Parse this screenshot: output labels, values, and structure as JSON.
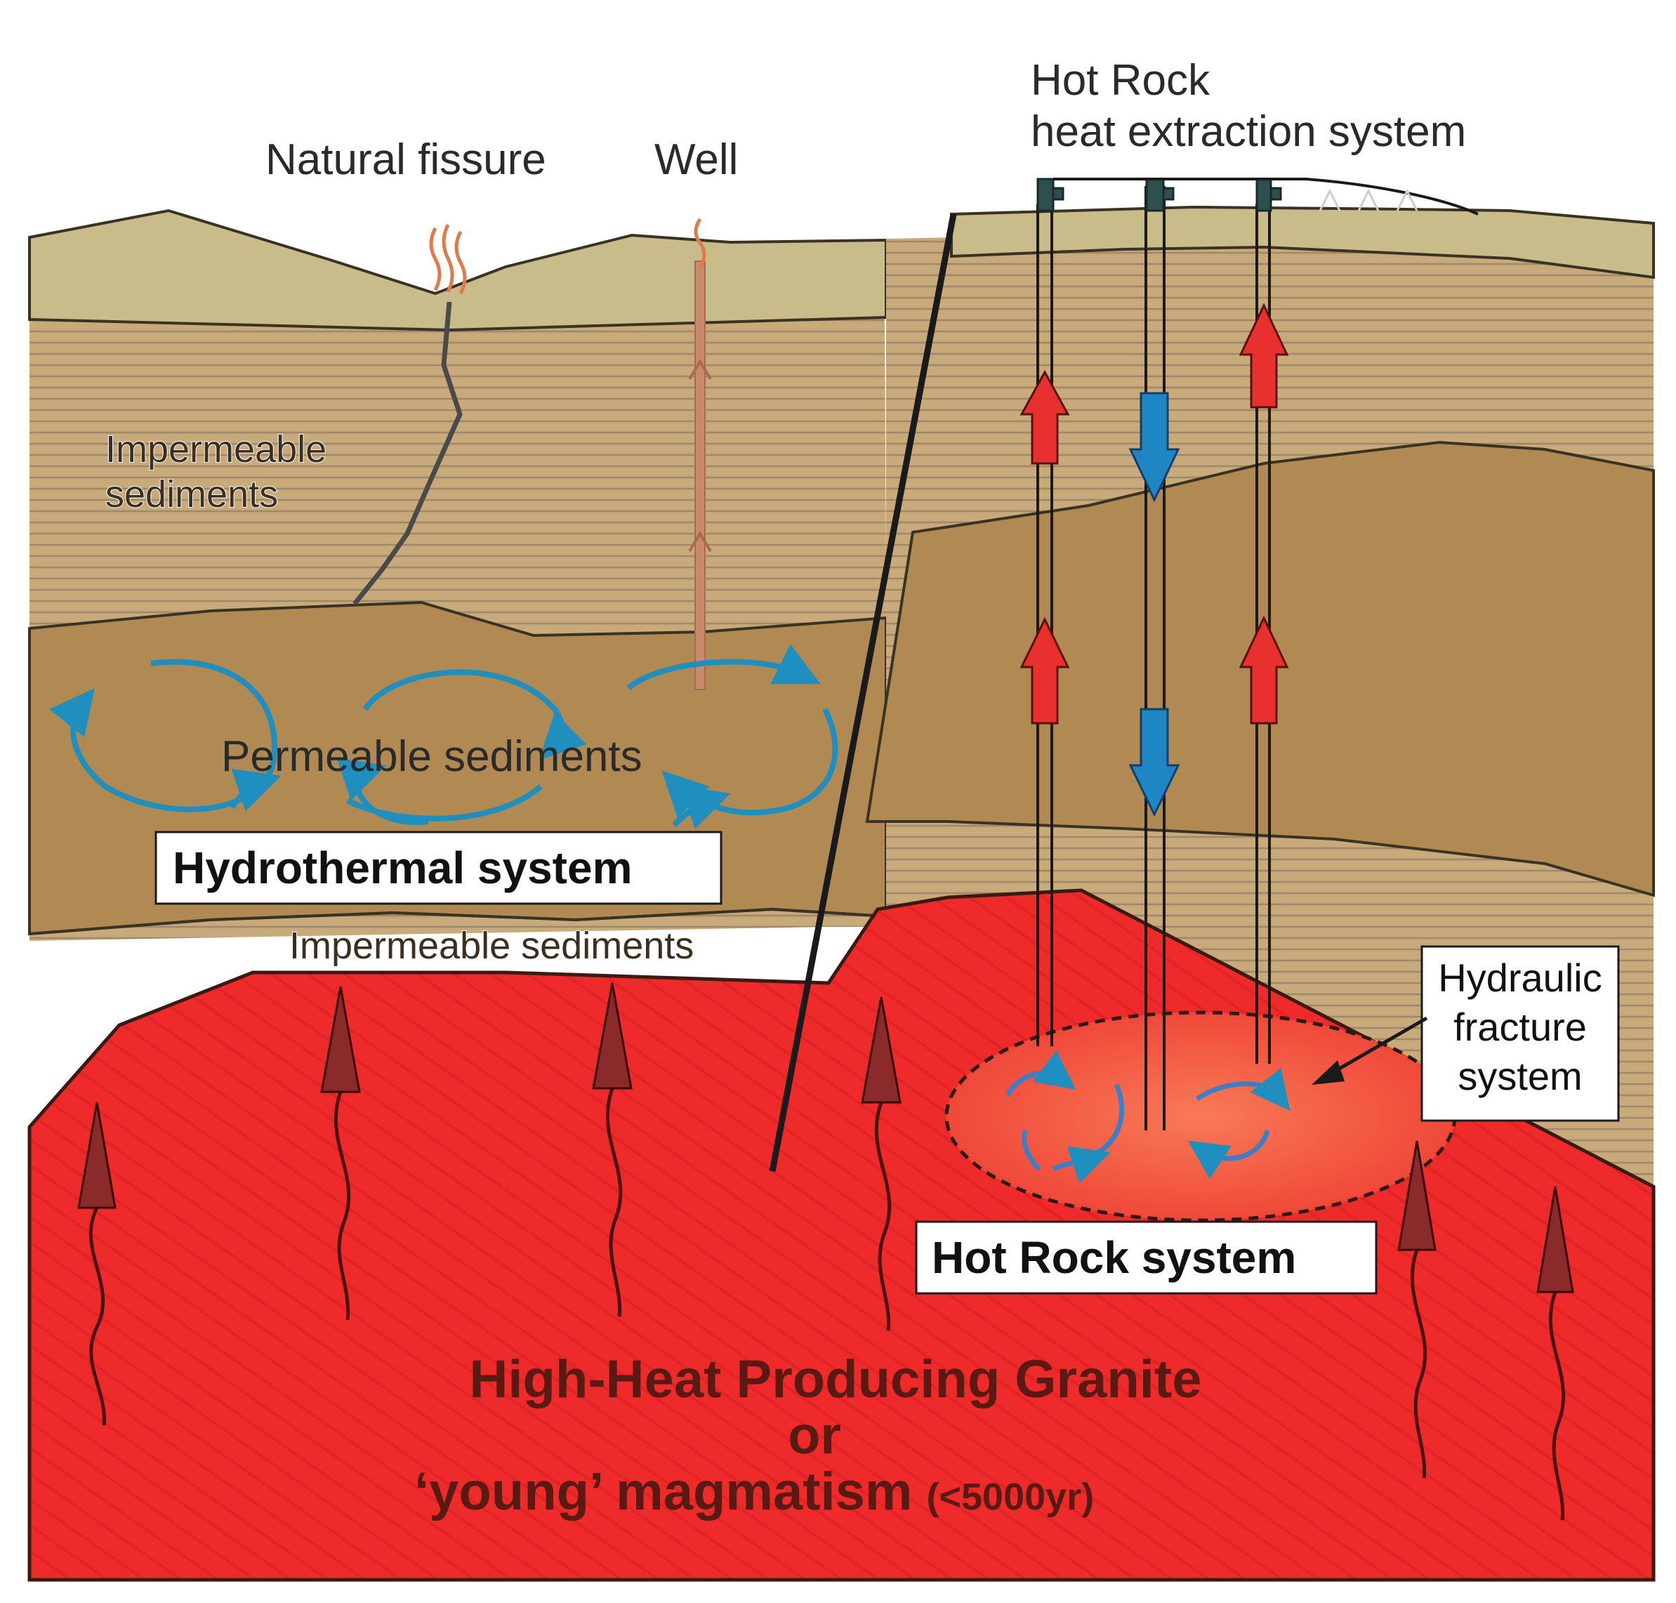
{
  "labels": {
    "natural_fissure": "Natural fissure",
    "well": "Well",
    "hot_rock_heat_line1": "Hot Rock",
    "hot_rock_heat_line2": "heat extraction system",
    "impermeable_upper_line1": "Impermeable",
    "impermeable_upper_line2": "sediments",
    "permeable": "Permeable sediments",
    "hydrothermal_system": "Hydrothermal system",
    "impermeable_lower": "Impermeable sediments",
    "hydraulic_line1": "Hydraulic",
    "hydraulic_line2": "fracture",
    "hydraulic_line3": "system",
    "hot_rock_system": "Hot Rock system",
    "granite_line1": "High-Heat Producing Granite",
    "granite_line2": "or",
    "granite_line3_main": "‘young’ magmatism",
    "granite_line3_note": "(<5000yr)"
  },
  "colors": {
    "surface_layer": "#c8bd8a",
    "impermeable_layer": "#c9aa7a",
    "permeable_layer": "#b08a52",
    "granite": "#ee2a2a",
    "fracture_zone": "#f5553c",
    "water_flow": "#1f8fbf",
    "hot_flow": "#e8312f",
    "cold_flow": "#1f86c4",
    "heat_arrow": "#8a2a2a",
    "well_line": "#c27a5a"
  }
}
